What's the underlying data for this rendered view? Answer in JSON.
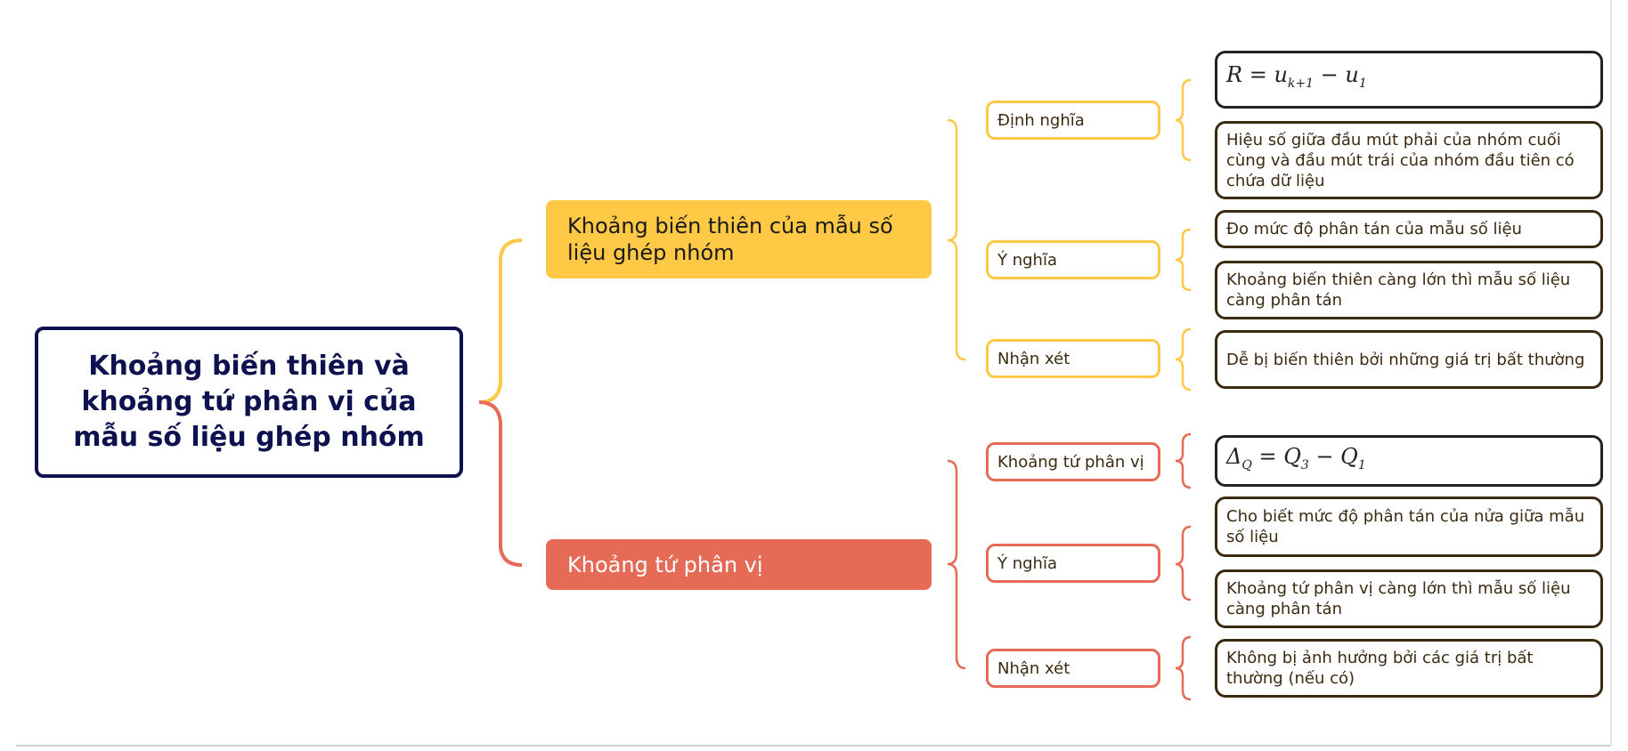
{
  "colors": {
    "navy": "#0D1150",
    "yellow": "#FFC845",
    "red": "#E56B57"
  },
  "root": {
    "title": "Khoảng biến thiên và khoảng tứ phân vị của mẫu số liệu ghép nhóm"
  },
  "branches": [
    {
      "label": "Khoảng biến thiên của mẫu số liệu ghép nhóm",
      "color": "yellow",
      "children": [
        {
          "label": "Định nghĩa",
          "leaves": [
            {
              "type": "formula",
              "text": "R = u_{k+1} − u_1",
              "main": "R = u",
              "sub1": "k+1",
              "mid": " − u",
              "sub2": "1"
            },
            {
              "type": "text",
              "text": "Hiệu số giữa đầu mút phải của nhóm cuối cùng và đầu mút trái của nhóm đầu tiên có chứa dữ liệu"
            }
          ]
        },
        {
          "label": "Ý nghĩa",
          "leaves": [
            {
              "type": "text",
              "text": "Đo mức độ phân tán của mẫu số liệu"
            },
            {
              "type": "text",
              "text": "Khoảng biến thiên càng lớn thì mẫu số liệu càng phân tán"
            }
          ]
        },
        {
          "label": "Nhận xét",
          "leaves": [
            {
              "type": "text",
              "text": "Dễ bị biến thiên bởi những giá trị bất thường"
            }
          ]
        }
      ]
    },
    {
      "label": "Khoảng tứ phân vị",
      "color": "red",
      "children": [
        {
          "label": "Khoảng tứ phân vị",
          "leaves": [
            {
              "type": "formula",
              "text": "Δ_Q = Q_3 − Q_1",
              "main": "Δ",
              "sub1": "Q",
              "mid": " = Q",
              "sub2": "3",
              "end": " − Q",
              "sub3": "1"
            }
          ]
        },
        {
          "label": "Ý nghĩa",
          "leaves": [
            {
              "type": "text",
              "text": "Cho biết mức độ phân tán của nửa giữa mẫu số liệu"
            },
            {
              "type": "text",
              "text": "Khoảng tứ phân vị càng lớn thì mẫu số liệu càng phân tán"
            }
          ]
        },
        {
          "label": "Nhận xét",
          "leaves": [
            {
              "type": "text",
              "text": "Không bị ảnh hưởng bởi các giá trị bất thường (nếu có)"
            }
          ]
        }
      ]
    }
  ]
}
